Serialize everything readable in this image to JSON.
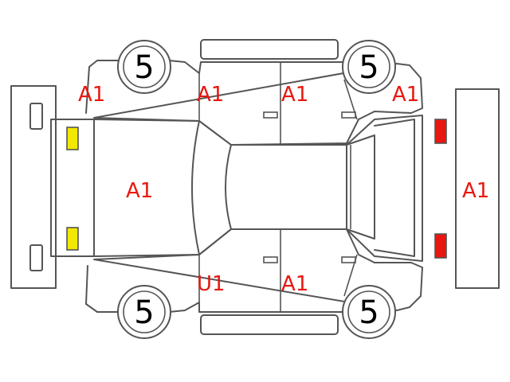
{
  "colors": {
    "code_text": "#e8170f",
    "outline": "#555555",
    "front_lamps": "#f2e800",
    "rear_lamps": "#e8170f"
  },
  "tires": {
    "front_left": "5",
    "front_right": "5",
    "rear_left": "5",
    "rear_right": "5"
  },
  "codes": {
    "front_left_fender": "A1",
    "front_left_door": "A1",
    "rear_left_door": "A1",
    "rear_left_quarter": "A1",
    "hood": "A1",
    "rear_gate": "A1",
    "front_right_door": "U1",
    "rear_right_door": "A1"
  }
}
